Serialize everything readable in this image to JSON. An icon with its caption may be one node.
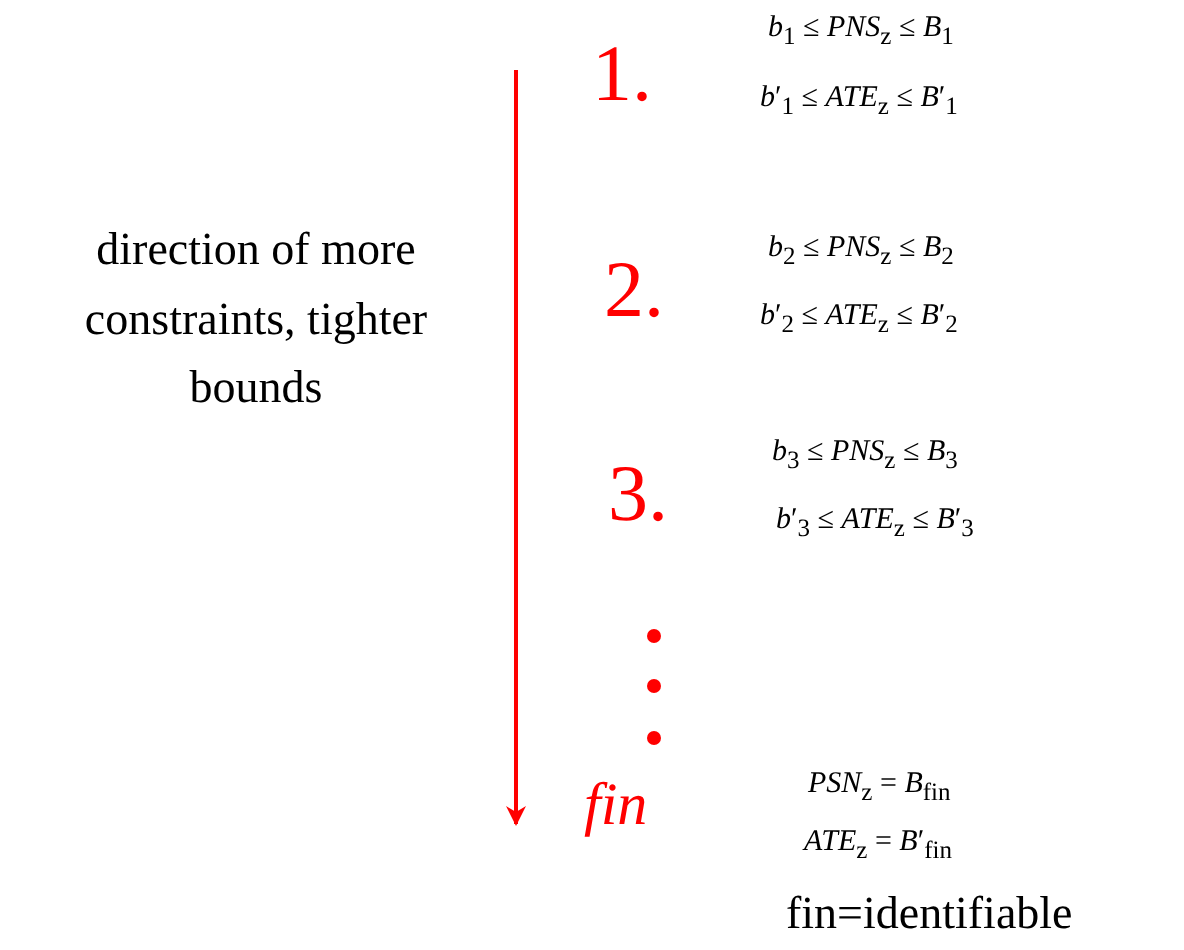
{
  "diagram": {
    "labels": [
      "1.",
      "*b*$_{1}$ ≤ *PNS*$_{z}$ ≤ *B*$_{1}$",
      "*b*′$_{1}$ ≤ *ATE*$_{z}$ ≤ *B*′$_{1}$",
      "direction of more constraints, tighter bounds",
      "2.",
      "*b*$_{2}$ ≤ *PNS*$_{z}$ ≤ *B*$_{2}$",
      "*b*′$_{2}$ ≤ *ATE*$_{z}$ ≤ *B*′$_{2}$",
      "3.",
      "*b*$_{3}$ ≤ *PNS*$_{z}$ ≤ *B*$_{3}$",
      "*b*′$_{3}$ ≤ *ATE*$_{z}$ ≤ *B*′$_{3}$",
      "fin",
      "*PSN*$_{z}$ = *B*$_{fin}$",
      "*ATE*$_{z}$ = *B*′$_{fin}$",
      "fin=identifiable"
    ]
  }
}
